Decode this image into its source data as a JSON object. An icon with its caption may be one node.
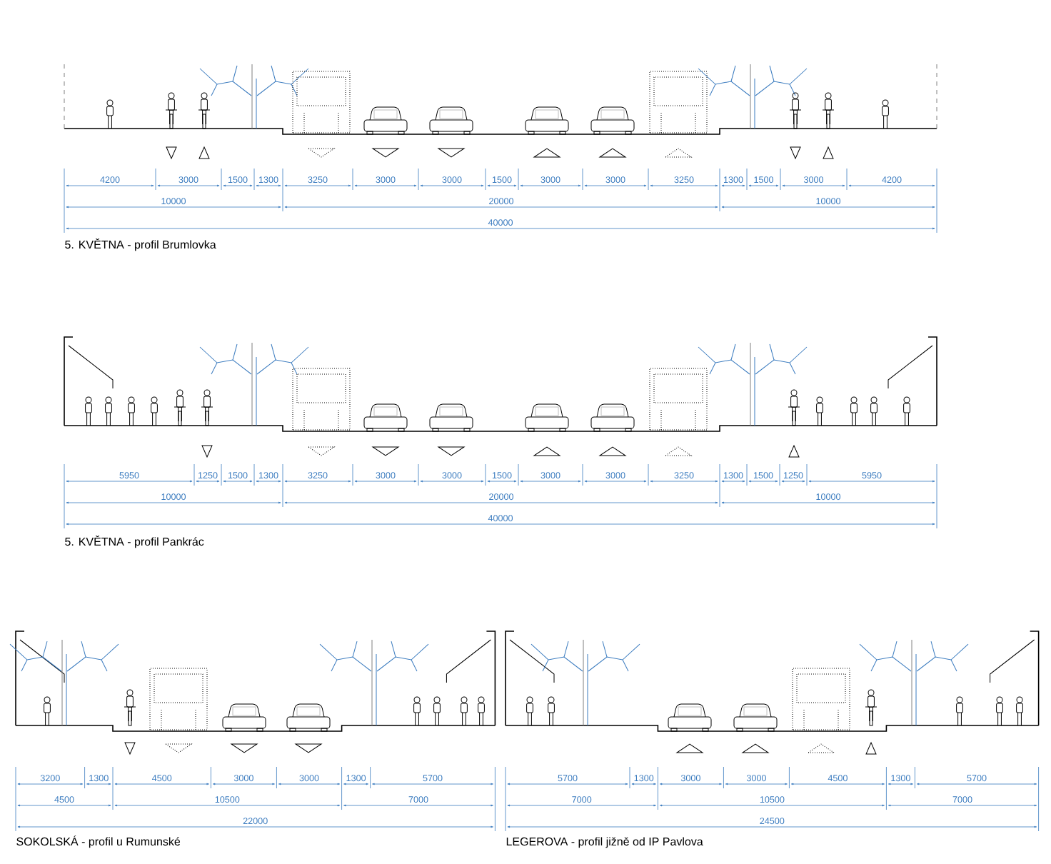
{
  "diagram": {
    "labels": [
      "4200",
      "3000",
      "1500",
      "1300",
      "3250",
      "3000",
      "3000",
      "1500",
      "3000",
      "3000",
      "3250",
      "1300",
      "1500",
      "3000",
      "4200",
      "10000",
      "20000",
      "10000",
      "40000",
      "5. KVĚTNA - profil Brumlovka",
      "5950",
      "1250",
      "1500",
      "1300",
      "3250",
      "3000",
      "3000",
      "1500",
      "3000",
      "3000",
      "3250",
      "1300",
      "1500",
      "1250",
      "5950",
      "10000",
      "20000",
      "10000",
      "40000",
      "5. KVĚTNA - profil Pankrác",
      "3200",
      "1300",
      "4500",
      "3000",
      "3000",
      "1300",
      "5700",
      "4500",
      "10500",
      "7000",
      "22000",
      "SOKOLSKÁ - profil u Rumunské",
      "5700",
      "1300",
      "3000",
      "3000",
      "4500",
      "1300",
      "5700",
      "7000",
      "10500",
      "7000",
      "24500",
      "LEGEROVA - profil jižně od IP Pavlova"
    ]
  }
}
